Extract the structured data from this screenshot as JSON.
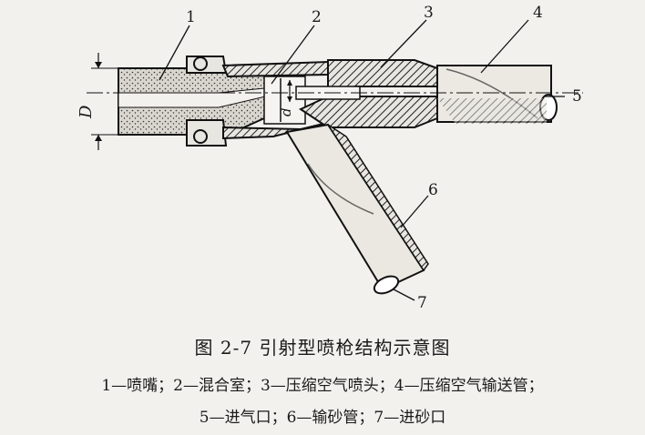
{
  "callouts": [
    "1",
    "2",
    "3",
    "4",
    "5",
    "6",
    "7"
  ],
  "dimensions": {
    "outer_diameter": "D",
    "inner_diameter": "d"
  },
  "caption": {
    "title": "图 2-7   引射型喷枪结构示意图",
    "legend_line_1": "1—喷嘴；2—混合室；3—压缩空气喷头；4—压缩空气输送管；",
    "legend_line_2": "5—进气口；6—输砂管；7—进砂口"
  }
}
